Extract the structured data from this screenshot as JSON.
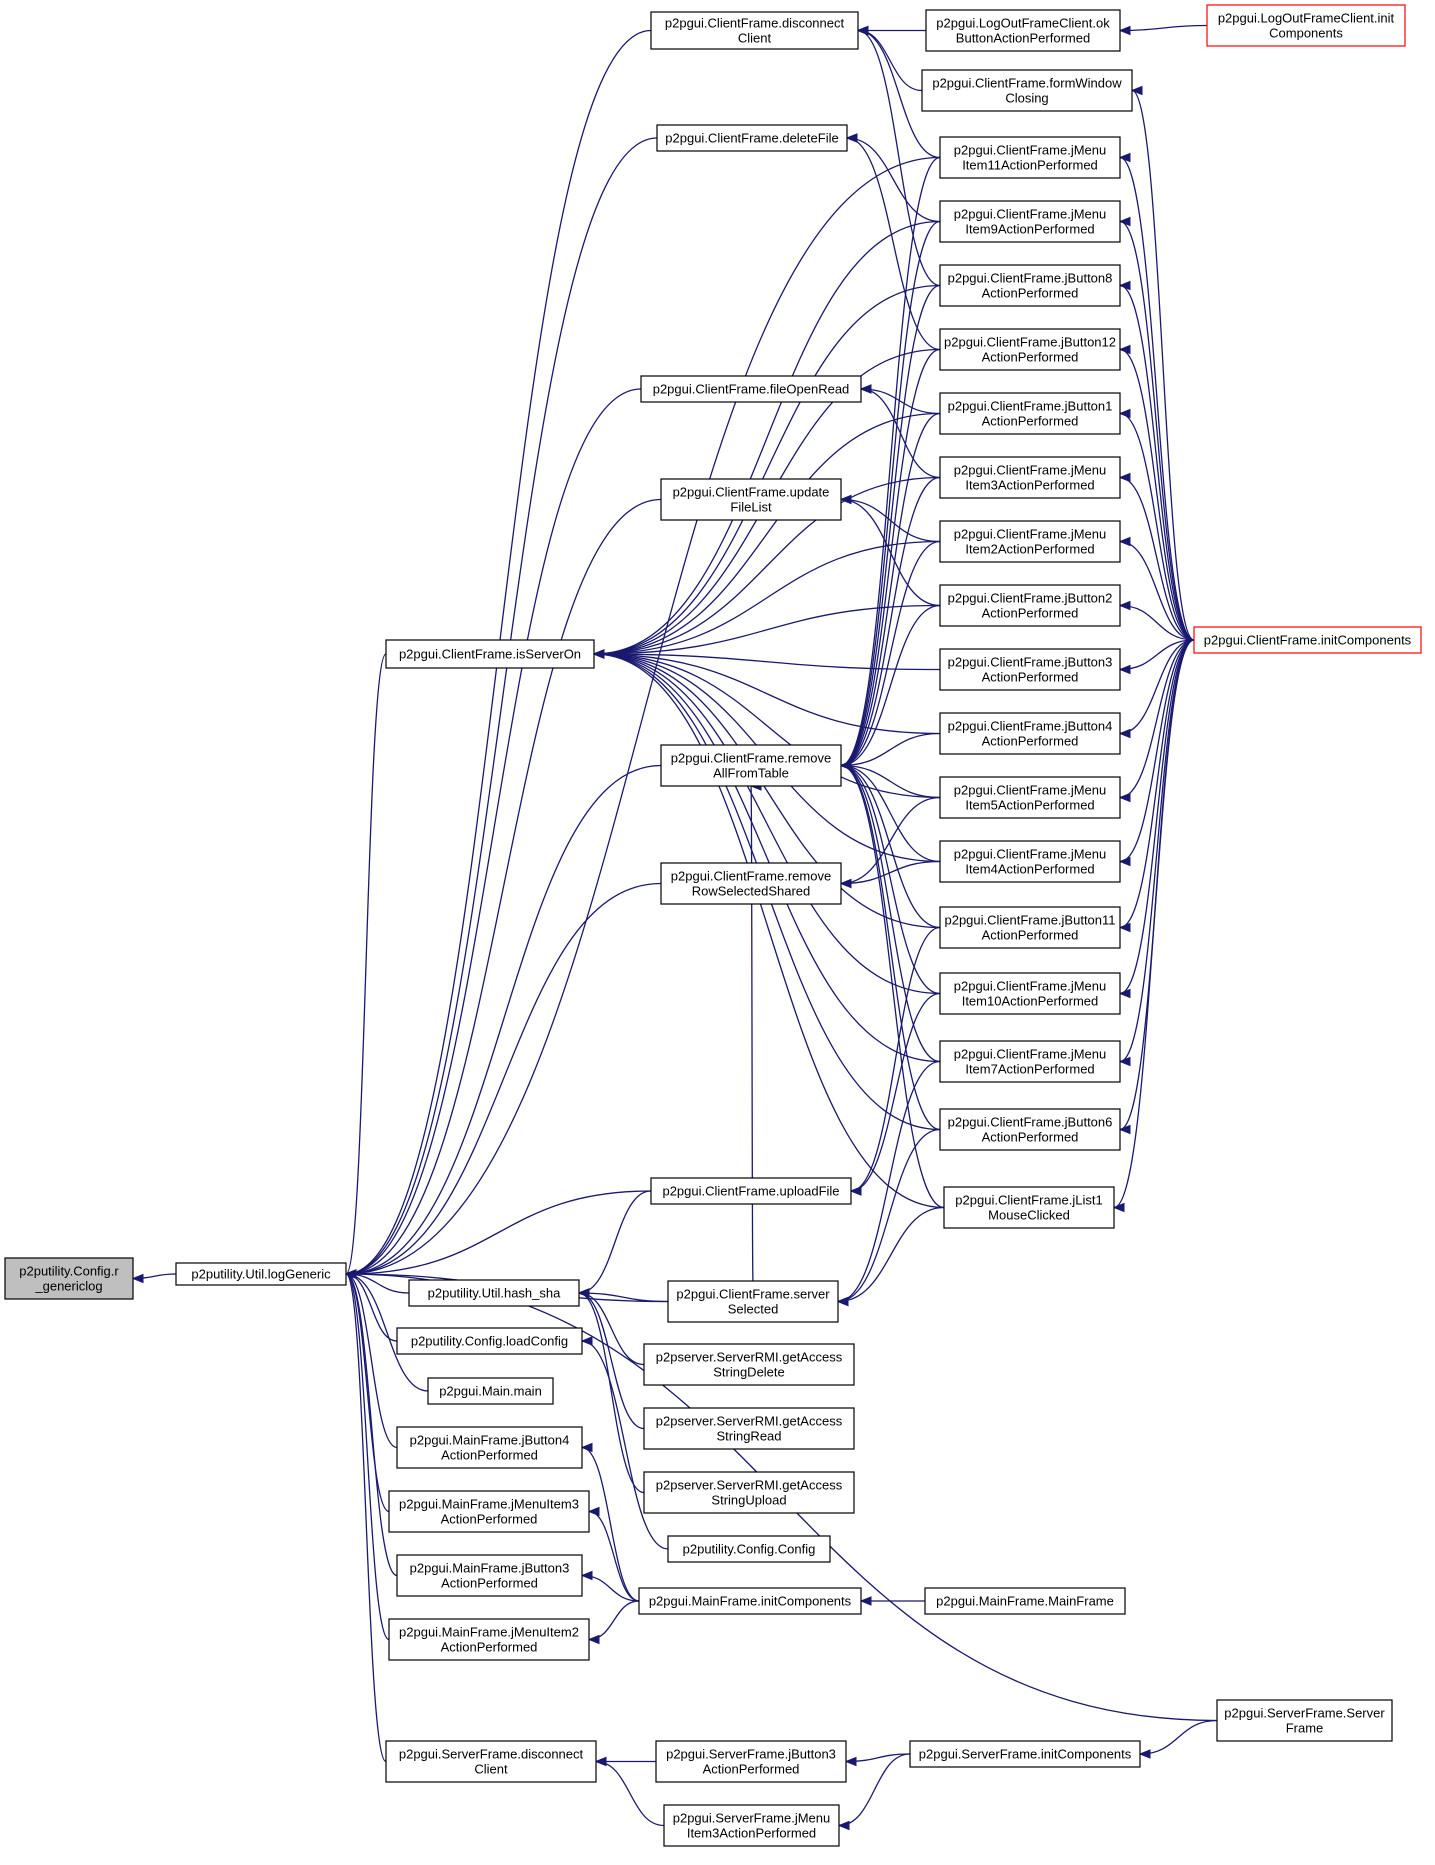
{
  "colors": {
    "edge": "#191970",
    "node_border": "#000000",
    "highlight_border": "#ff0000",
    "root_fill": "#bfbfbf",
    "background": "#ffffff"
  },
  "nodes": {
    "config_rgenericlog": {
      "lines": [
        "p2putility.Config.r",
        "_genericlog"
      ],
      "kind": "root"
    },
    "util_loggeneric": {
      "lines": [
        "p2putility.Util.logGeneric"
      ]
    },
    "cf_disconnectclient": {
      "lines": [
        "p2pgui.ClientFrame.disconnect",
        "Client"
      ]
    },
    "cf_deletefile": {
      "lines": [
        "p2pgui.ClientFrame.deleteFile"
      ]
    },
    "cf_fileopenread": {
      "lines": [
        "p2pgui.ClientFrame.fileOpenRead"
      ]
    },
    "cf_updatefilelist": {
      "lines": [
        "p2pgui.ClientFrame.update",
        "FileList"
      ]
    },
    "cf_isserveron": {
      "lines": [
        "p2pgui.ClientFrame.isServerOn"
      ]
    },
    "cf_removeallfromtable": {
      "lines": [
        "p2pgui.ClientFrame.remove",
        "AllFromTable"
      ]
    },
    "cf_removerowselectedshared": {
      "lines": [
        "p2pgui.ClientFrame.remove",
        "RowSelectedShared"
      ]
    },
    "cf_uploadfile": {
      "lines": [
        "p2pgui.ClientFrame.uploadFile"
      ]
    },
    "util_hashsha": {
      "lines": [
        "p2putility.Util.hash_sha"
      ]
    },
    "cf_serverselected": {
      "lines": [
        "p2pgui.ClientFrame.server",
        "Selected"
      ]
    },
    "config_loadconfig": {
      "lines": [
        "p2putility.Config.loadConfig"
      ]
    },
    "main_main": {
      "lines": [
        "p2pgui.Main.main"
      ]
    },
    "mf_jbutton4": {
      "lines": [
        "p2pgui.MainFrame.jButton4",
        "ActionPerformed"
      ]
    },
    "mf_jmenuitem3": {
      "lines": [
        "p2pgui.MainFrame.jMenuItem3",
        "ActionPerformed"
      ]
    },
    "mf_jbutton3": {
      "lines": [
        "p2pgui.MainFrame.jButton3",
        "ActionPerformed"
      ]
    },
    "mf_jmenuitem2": {
      "lines": [
        "p2pgui.MainFrame.jMenuItem2",
        "ActionPerformed"
      ]
    },
    "sf_disconnectclient": {
      "lines": [
        "p2pgui.ServerFrame.disconnect",
        "Client"
      ]
    },
    "srmi_delete": {
      "lines": [
        "p2pserver.ServerRMI.getAccess",
        "StringDelete"
      ]
    },
    "srmi_read": {
      "lines": [
        "p2pserver.ServerRMI.getAccess",
        "StringRead"
      ]
    },
    "srmi_upload": {
      "lines": [
        "p2pserver.ServerRMI.getAccess",
        "StringUpload"
      ]
    },
    "config_config": {
      "lines": [
        "p2putility.Config.Config"
      ]
    },
    "mf_initcomponents": {
      "lines": [
        "p2pgui.MainFrame.initComponents"
      ]
    },
    "sf_jbutton3": {
      "lines": [
        "p2pgui.ServerFrame.jButton3",
        "ActionPerformed"
      ]
    },
    "sf_jmenuitem3": {
      "lines": [
        "p2pgui.ServerFrame.jMenu",
        "Item3ActionPerformed"
      ]
    },
    "lofc_okbutton": {
      "lines": [
        "p2pgui.LogOutFrameClient.ok",
        "ButtonActionPerformed"
      ]
    },
    "cf_formwindowclosing": {
      "lines": [
        "p2pgui.ClientFrame.formWindow",
        "Closing"
      ]
    },
    "cf_jmenuitem11": {
      "lines": [
        "p2pgui.ClientFrame.jMenu",
        "Item11ActionPerformed"
      ]
    },
    "cf_jmenuitem9": {
      "lines": [
        "p2pgui.ClientFrame.jMenu",
        "Item9ActionPerformed"
      ]
    },
    "cf_jbutton8": {
      "lines": [
        "p2pgui.ClientFrame.jButton8",
        "ActionPerformed"
      ]
    },
    "cf_jbutton12": {
      "lines": [
        "p2pgui.ClientFrame.jButton12",
        "ActionPerformed"
      ]
    },
    "cf_jbutton1": {
      "lines": [
        "p2pgui.ClientFrame.jButton1",
        "ActionPerformed"
      ]
    },
    "cf_jmenuitem3": {
      "lines": [
        "p2pgui.ClientFrame.jMenu",
        "Item3ActionPerformed"
      ]
    },
    "cf_jmenuitem2": {
      "lines": [
        "p2pgui.ClientFrame.jMenu",
        "Item2ActionPerformed"
      ]
    },
    "cf_jbutton2": {
      "lines": [
        "p2pgui.ClientFrame.jButton2",
        "ActionPerformed"
      ]
    },
    "cf_jbutton3": {
      "lines": [
        "p2pgui.ClientFrame.jButton3",
        "ActionPerformed"
      ]
    },
    "cf_jbutton4": {
      "lines": [
        "p2pgui.ClientFrame.jButton4",
        "ActionPerformed"
      ]
    },
    "cf_jmenuitem5": {
      "lines": [
        "p2pgui.ClientFrame.jMenu",
        "Item5ActionPerformed"
      ]
    },
    "cf_jmenuitem4": {
      "lines": [
        "p2pgui.ClientFrame.jMenu",
        "Item4ActionPerformed"
      ]
    },
    "cf_jbutton11": {
      "lines": [
        "p2pgui.ClientFrame.jButton11",
        "ActionPerformed"
      ]
    },
    "cf_jmenuitem10": {
      "lines": [
        "p2pgui.ClientFrame.jMenu",
        "Item10ActionPerformed"
      ]
    },
    "cf_jmenuitem7": {
      "lines": [
        "p2pgui.ClientFrame.jMenu",
        "Item7ActionPerformed"
      ]
    },
    "cf_jbutton6": {
      "lines": [
        "p2pgui.ClientFrame.jButton6",
        "ActionPerformed"
      ]
    },
    "cf_jlist1": {
      "lines": [
        "p2pgui.ClientFrame.jList1",
        "MouseClicked"
      ]
    },
    "mf_mainframe": {
      "lines": [
        "p2pgui.MainFrame.MainFrame"
      ]
    },
    "sf_initcomponents": {
      "lines": [
        "p2pgui.ServerFrame.initComponents"
      ]
    },
    "lofc_initcomponents": {
      "lines": [
        "p2pgui.LogOutFrameClient.init",
        "Components"
      ],
      "kind": "ext"
    },
    "cf_initcomponents": {
      "lines": [
        "p2pgui.ClientFrame.initComponents"
      ],
      "kind": "ext"
    },
    "sf_serverframe": {
      "lines": [
        "p2pgui.ServerFrame.Server",
        "Frame"
      ]
    }
  },
  "edges": [
    [
      "util_loggeneric",
      "config_rgenericlog"
    ],
    [
      "cf_disconnectclient",
      "util_loggeneric"
    ],
    [
      "cf_deletefile",
      "util_loggeneric"
    ],
    [
      "cf_fileopenread",
      "util_loggeneric"
    ],
    [
      "cf_updatefilelist",
      "util_loggeneric"
    ],
    [
      "cf_isserveron",
      "util_loggeneric"
    ],
    [
      "cf_removeallfromtable",
      "util_loggeneric"
    ],
    [
      "cf_removerowselectedshared",
      "util_loggeneric"
    ],
    [
      "cf_uploadfile",
      "util_loggeneric"
    ],
    [
      "util_hashsha",
      "util_loggeneric"
    ],
    [
      "cf_serverselected",
      "util_loggeneric"
    ],
    [
      "config_loadconfig",
      "util_loggeneric"
    ],
    [
      "main_main",
      "util_loggeneric"
    ],
    [
      "mf_jbutton4",
      "util_loggeneric"
    ],
    [
      "mf_jmenuitem3",
      "util_loggeneric"
    ],
    [
      "mf_jbutton3",
      "util_loggeneric"
    ],
    [
      "mf_jmenuitem2",
      "util_loggeneric"
    ],
    [
      "sf_disconnectclient",
      "util_loggeneric"
    ],
    [
      "sf_serverframe",
      "util_loggeneric"
    ],
    [
      "cf_jmenuitem11",
      "util_loggeneric"
    ],
    [
      "lofc_okbutton",
      "cf_disconnectclient"
    ],
    [
      "cf_formwindowclosing",
      "cf_disconnectclient"
    ],
    [
      "cf_jmenuitem11",
      "cf_disconnectclient"
    ],
    [
      "cf_jbutton8",
      "cf_disconnectclient"
    ],
    [
      "cf_jmenuitem9",
      "cf_deletefile"
    ],
    [
      "cf_jbutton12",
      "cf_deletefile"
    ],
    [
      "cf_jbutton1",
      "cf_fileopenread"
    ],
    [
      "cf_jmenuitem3",
      "cf_fileopenread"
    ],
    [
      "cf_jmenuitem2",
      "cf_updatefilelist"
    ],
    [
      "cf_jbutton2",
      "cf_updatefilelist"
    ],
    [
      "cf_jmenuitem9",
      "cf_isserveron"
    ],
    [
      "cf_jbutton8",
      "cf_isserveron"
    ],
    [
      "cf_jbutton12",
      "cf_isserveron"
    ],
    [
      "cf_jbutton1",
      "cf_isserveron"
    ],
    [
      "cf_jmenuitem3",
      "cf_isserveron"
    ],
    [
      "cf_jmenuitem2",
      "cf_isserveron"
    ],
    [
      "cf_jbutton2",
      "cf_isserveron"
    ],
    [
      "cf_jbutton3",
      "cf_isserveron"
    ],
    [
      "cf_jbutton4",
      "cf_isserveron"
    ],
    [
      "cf_jmenuitem5",
      "cf_isserveron"
    ],
    [
      "cf_jmenuitem4",
      "cf_isserveron"
    ],
    [
      "cf_jbutton11",
      "cf_isserveron"
    ],
    [
      "cf_jmenuitem10",
      "cf_isserveron"
    ],
    [
      "cf_jmenuitem7",
      "cf_isserveron"
    ],
    [
      "cf_jbutton6",
      "cf_isserveron"
    ],
    [
      "cf_jlist1",
      "cf_isserveron"
    ],
    [
      "cf_jmenuitem11",
      "cf_removeallfromtable"
    ],
    [
      "cf_jmenuitem9",
      "cf_removeallfromtable"
    ],
    [
      "cf_jbutton8",
      "cf_removeallfromtable"
    ],
    [
      "cf_jbutton12",
      "cf_removeallfromtable"
    ],
    [
      "cf_jbutton1",
      "cf_removeallfromtable"
    ],
    [
      "cf_jmenuitem3",
      "cf_removeallfromtable"
    ],
    [
      "cf_jmenuitem2",
      "cf_removeallfromtable"
    ],
    [
      "cf_jbutton2",
      "cf_removeallfromtable"
    ],
    [
      "cf_jbutton4",
      "cf_removeallfromtable"
    ],
    [
      "cf_jmenuitem5",
      "cf_removeallfromtable"
    ],
    [
      "cf_jmenuitem4",
      "cf_removeallfromtable"
    ],
    [
      "cf_jbutton11",
      "cf_removeallfromtable"
    ],
    [
      "cf_jmenuitem10",
      "cf_removeallfromtable"
    ],
    [
      "cf_jmenuitem7",
      "cf_removeallfromtable"
    ],
    [
      "cf_jbutton6",
      "cf_removeallfromtable"
    ],
    [
      "cf_jlist1",
      "cf_removeallfromtable"
    ],
    [
      "cf_serverselected",
      "cf_removeallfromtable"
    ],
    [
      "cf_jmenuitem5",
      "cf_removerowselectedshared"
    ],
    [
      "cf_jmenuitem4",
      "cf_removerowselectedshared"
    ],
    [
      "cf_jbutton11",
      "cf_uploadfile"
    ],
    [
      "cf_jmenuitem10",
      "cf_uploadfile"
    ],
    [
      "cf_uploadfile",
      "util_hashsha"
    ],
    [
      "cf_serverselected",
      "util_hashsha"
    ],
    [
      "srmi_delete",
      "util_hashsha"
    ],
    [
      "srmi_read",
      "util_hashsha"
    ],
    [
      "srmi_upload",
      "util_hashsha"
    ],
    [
      "cf_jmenuitem7",
      "cf_serverselected"
    ],
    [
      "cf_jbutton6",
      "cf_serverselected"
    ],
    [
      "cf_jlist1",
      "cf_serverselected"
    ],
    [
      "config_config",
      "config_loadconfig"
    ],
    [
      "mf_initcomponents",
      "mf_jbutton4"
    ],
    [
      "mf_initcomponents",
      "mf_jmenuitem3"
    ],
    [
      "mf_initcomponents",
      "mf_jbutton3"
    ],
    [
      "mf_initcomponents",
      "mf_jmenuitem2"
    ],
    [
      "mf_mainframe",
      "mf_initcomponents"
    ],
    [
      "sf_jbutton3",
      "sf_disconnectclient"
    ],
    [
      "sf_jmenuitem3",
      "sf_disconnectclient"
    ],
    [
      "sf_initcomponents",
      "sf_jbutton3"
    ],
    [
      "sf_initcomponents",
      "sf_jmenuitem3"
    ],
    [
      "sf_serverframe",
      "sf_initcomponents"
    ],
    [
      "lofc_initcomponents",
      "lofc_okbutton"
    ],
    [
      "cf_initcomponents",
      "cf_formwindowclosing"
    ],
    [
      "cf_initcomponents",
      "cf_jmenuitem11"
    ],
    [
      "cf_initcomponents",
      "cf_jmenuitem9"
    ],
    [
      "cf_initcomponents",
      "cf_jbutton8"
    ],
    [
      "cf_initcomponents",
      "cf_jbutton12"
    ],
    [
      "cf_initcomponents",
      "cf_jbutton1"
    ],
    [
      "cf_initcomponents",
      "cf_jmenuitem3"
    ],
    [
      "cf_initcomponents",
      "cf_jmenuitem2"
    ],
    [
      "cf_initcomponents",
      "cf_jbutton2"
    ],
    [
      "cf_initcomponents",
      "cf_jbutton3"
    ],
    [
      "cf_initcomponents",
      "cf_jbutton4"
    ],
    [
      "cf_initcomponents",
      "cf_jmenuitem5"
    ],
    [
      "cf_initcomponents",
      "cf_jmenuitem4"
    ],
    [
      "cf_initcomponents",
      "cf_jbutton11"
    ],
    [
      "cf_initcomponents",
      "cf_jmenuitem10"
    ],
    [
      "cf_initcomponents",
      "cf_jmenuitem7"
    ],
    [
      "cf_initcomponents",
      "cf_jbutton6"
    ],
    [
      "cf_initcomponents",
      "cf_jlist1"
    ]
  ]
}
